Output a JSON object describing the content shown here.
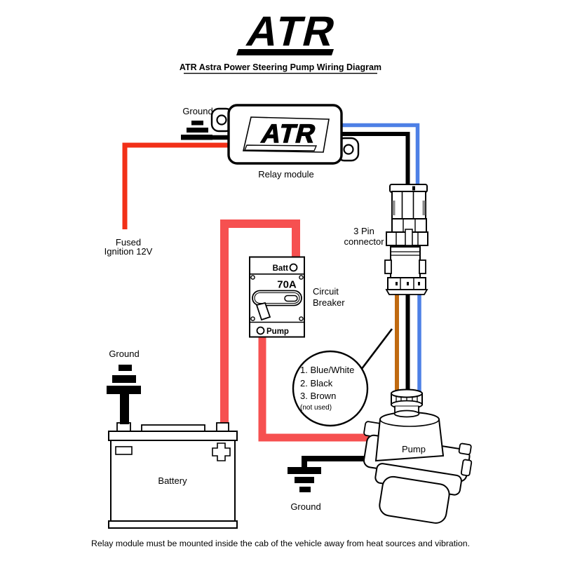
{
  "logo": {
    "text": "ATR"
  },
  "title": "ATR Astra Power Steering Pump Wiring Diagram",
  "relay": {
    "logo_text": "ATR",
    "label": "Relay module",
    "ground_label": "Ground"
  },
  "ignition": {
    "line1": "Fused",
    "line2": "Ignition 12V"
  },
  "connector": {
    "label_line1": "3 Pin",
    "label_line2": "connector"
  },
  "breaker": {
    "batt": "Batt",
    "rating": "70A",
    "pump": "Pump",
    "label_line1": "Circuit",
    "label_line2": "Breaker"
  },
  "callout": {
    "items": [
      "1. Blue/White",
      "2. Black",
      "3. Brown"
    ],
    "note": "(not used)"
  },
  "battery": {
    "label": "Battery",
    "ground_label": "Ground"
  },
  "pump": {
    "label": "Pump",
    "ground_label": "Ground"
  },
  "footer": {
    "note": "Relay module must be mounted inside the cab of the vehicle away from heat sources and vibration."
  },
  "colors": {
    "wire_red_thin": "#f23018",
    "wire_red_thick": "#f65050",
    "wire_blue": "#4d80e6",
    "wire_brown": "#c06a10",
    "wire_black": "#000000"
  }
}
